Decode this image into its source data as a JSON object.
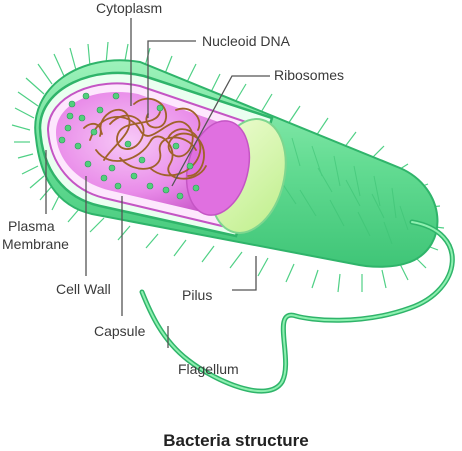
{
  "title": "Bacteria structure",
  "labels": {
    "cytoplasm": "Cytoplasm",
    "nucleoid_dna": "Nucleoid DNA",
    "ribosomes": "Ribosomes",
    "plasma_membrane_line1": "Plasma",
    "plasma_membrane_line2": "Membrane",
    "cell_wall": "Cell Wall",
    "pilus": "Pilus",
    "capsule": "Capsule",
    "flagellum": "Flagellum"
  },
  "colors": {
    "capsule_green": "#6fe39c",
    "cell_wall_dark": "#2fb46a",
    "cytoplasm_magenta": "#e57ae5",
    "dna_brown": "#a0622a",
    "ribosome_green": "#4fcf7a",
    "end_cap_light": "#d6f7a8"
  }
}
